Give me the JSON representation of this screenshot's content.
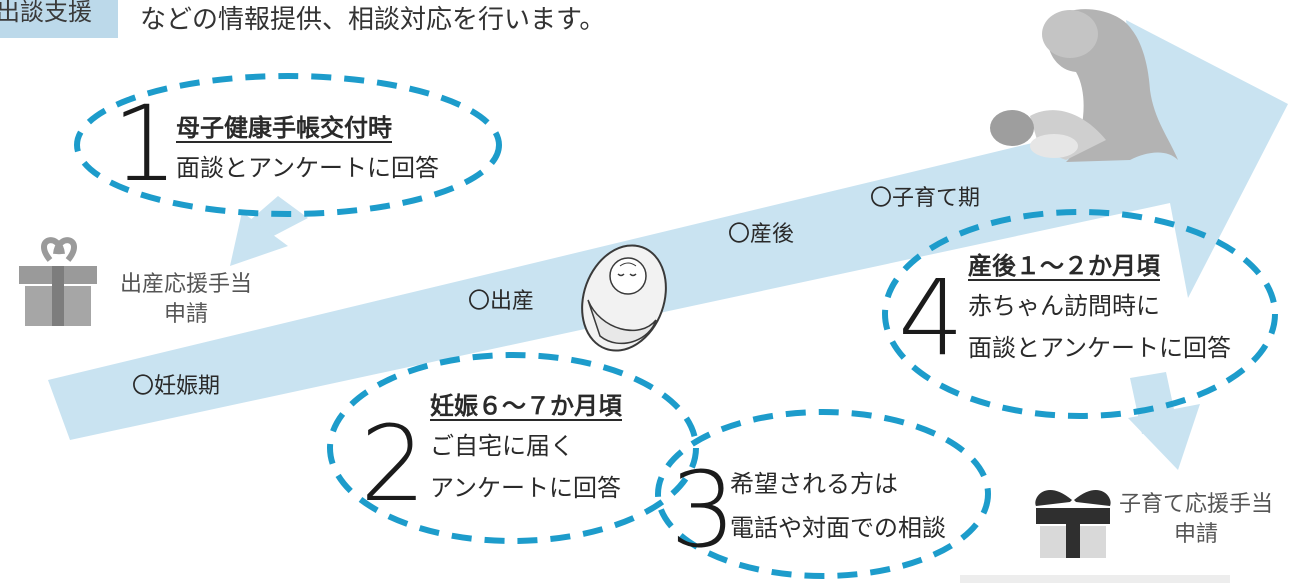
{
  "header": {
    "tag": "出談支援",
    "text": "などの情報提供、相談対応を行います。"
  },
  "stages": {
    "pregnancy": "〇妊娠期",
    "birth": "〇出産",
    "postpartum": "〇産後",
    "childcare": "〇子育て期"
  },
  "steps": [
    {
      "number": "1",
      "title": "母子健康手帳交付時",
      "lines": [
        "面談とアンケートに回答"
      ]
    },
    {
      "number": "2",
      "title": "妊娠６～７か月頃",
      "lines": [
        "ご自宅に届く",
        "アンケートに回答"
      ]
    },
    {
      "number": "3",
      "title": "",
      "lines": [
        "希望される方は",
        "電話や対面での相談"
      ]
    },
    {
      "number": "4",
      "title": "産後１～２か月頃",
      "lines": [
        "赤ちゃん訪問時に",
        "面談とアンケートに回答"
      ]
    }
  ],
  "grants": {
    "birth_support": {
      "line1": "出産応援手当",
      "line2": "申請",
      "icon": "gift-box-icon"
    },
    "childcare_support": {
      "line1": "子育て応援手当",
      "line2": "申請",
      "icon": "gift-box-icon"
    }
  },
  "colors": {
    "arrow": "#c9e3f1",
    "dashed_border": "#1d9ccb",
    "gift_gray": "#999999",
    "gift_dark": "#3a3a3a",
    "tag_bg": "#bcd9ea"
  }
}
